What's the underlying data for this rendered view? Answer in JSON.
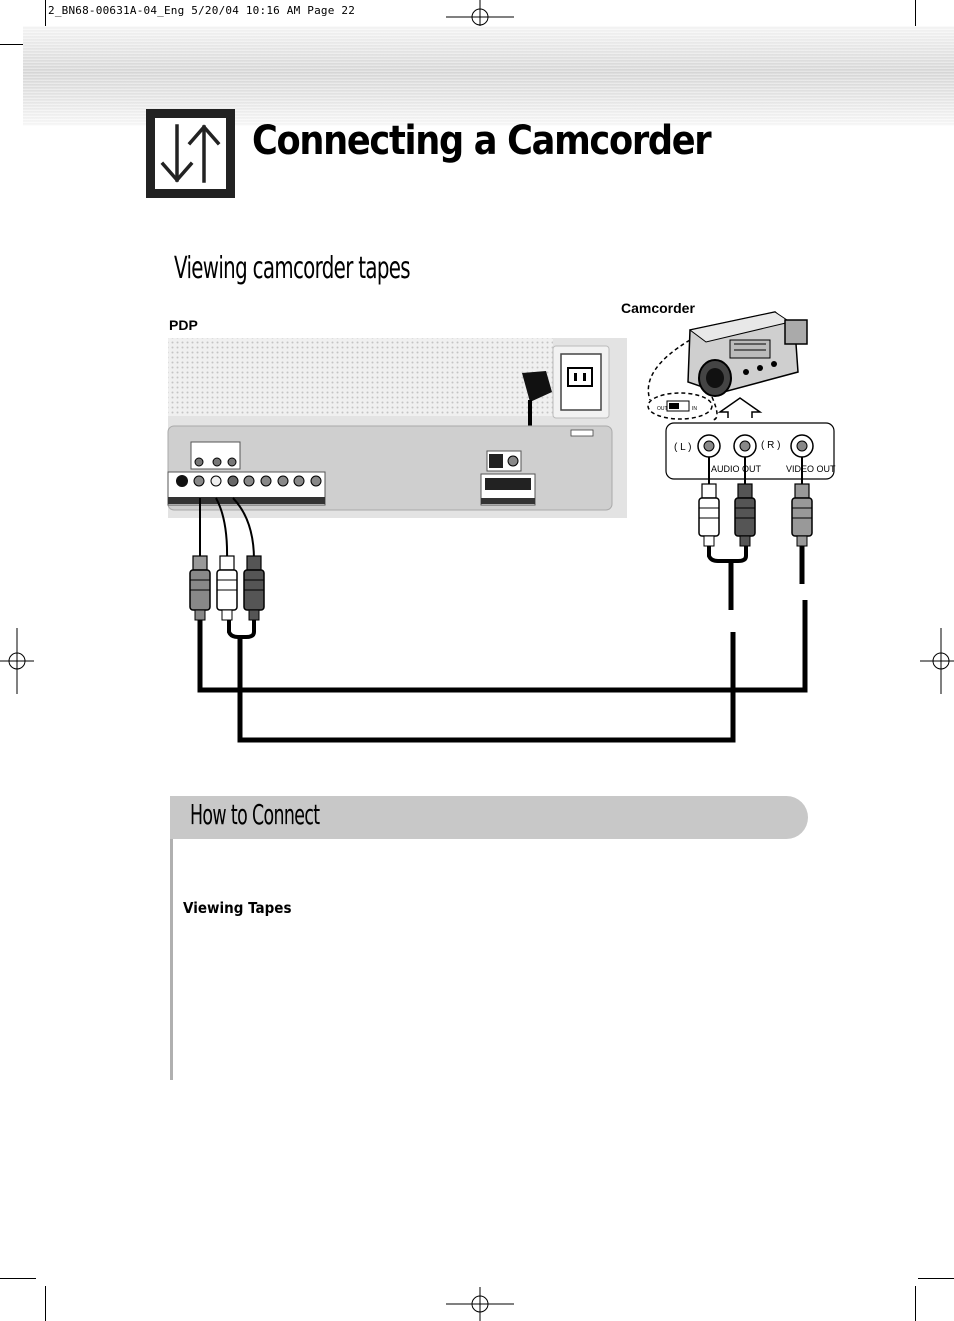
{
  "slug": "2_BN68-00631A-04_Eng   5/20/04   10:16 AM   Page 22",
  "title": "Connecting a Camcorder",
  "section_title": "Viewing camcorder tapes",
  "diagram": {
    "pdp_label": "PDP",
    "camcorder_label": "Camcorder",
    "jack_left": "( L )",
    "jack_right": "( R )",
    "audio_out": "AUDIO OUT",
    "video_out": "VIDEO OUT",
    "switch_out": "OUT",
    "switch_in": "IN"
  },
  "how_to_connect": {
    "title": "How to Connect",
    "subheading": "Viewing Tapes"
  }
}
